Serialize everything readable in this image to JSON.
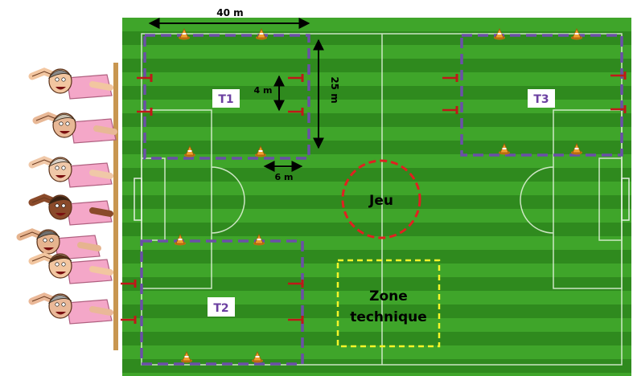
{
  "dimensions": {
    "width": "40 m",
    "height": "25 m",
    "goal_width": "4 m",
    "goal_spacing": "6 m"
  },
  "zones": {
    "t1": "T1",
    "t2": "T2",
    "t3": "T3",
    "jeu": "Jeu",
    "technique_line1": "Zone",
    "technique_line2": "technique"
  },
  "colors": {
    "grass_dark": "#2f8a1e",
    "grass_light": "#3fa52a",
    "zone_border": "#6b4fa8",
    "zone_label": "#6b3fa0",
    "circle_border": "#e02020",
    "technique_border": "#f5f52a",
    "cone": "#f0a030",
    "mini_goal": "#c01818",
    "shirt": "#f4a7c8",
    "barrier": "#c89650"
  },
  "icons": [
    "cone-icon",
    "mini-goal-icon",
    "player-figure"
  ]
}
